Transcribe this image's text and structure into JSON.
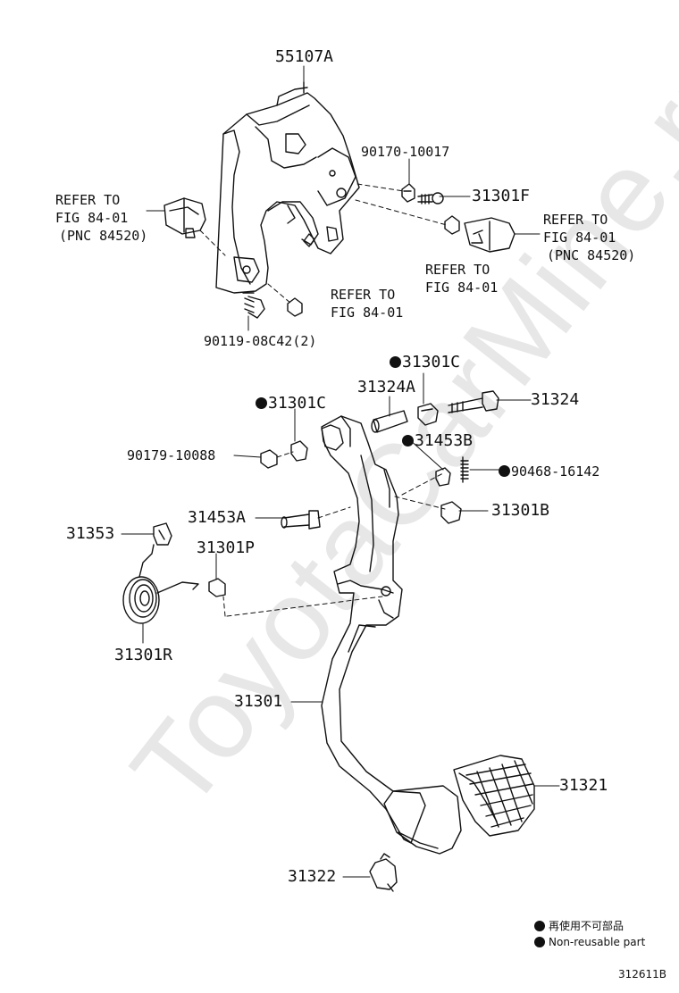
{
  "watermark": "ToyotaCarMine.ru",
  "labels": {
    "p55107A": "55107A",
    "p90170": "90170-10017",
    "p31301F": "31301F",
    "refer_left_1": "REFER TO",
    "refer_left_2": "FIG 84-01",
    "refer_left_3": "(PNC 84520)",
    "refer_right_1": "REFER TO",
    "refer_right_2": "FIG 84-01",
    "refer_right_3": "(PNC 84520)",
    "refer_mid_1": "REFER TO",
    "refer_mid_2": "FIG 84-01",
    "refer_bot_1": "REFER TO",
    "refer_bot_2": "FIG 84-01",
    "p90119": "90119-08C42(2)",
    "p31301C_a": "31301C",
    "p31324A": "31324A",
    "p31324": "31324",
    "p31301C_b": "31301C",
    "p31453B": "31453B",
    "p90179": "90179-10088",
    "p90468": "90468-16142",
    "p31453A": "31453A",
    "p31301B": "31301B",
    "p31353": "31353",
    "p31301P": "31301P",
    "p31301R": "31301R",
    "p31301": "31301",
    "p31321": "31321",
    "p31322": "31322"
  },
  "legend": {
    "jp": "再使用不可部品",
    "en": "Non-reusable part"
  },
  "figure_id": "312611B"
}
